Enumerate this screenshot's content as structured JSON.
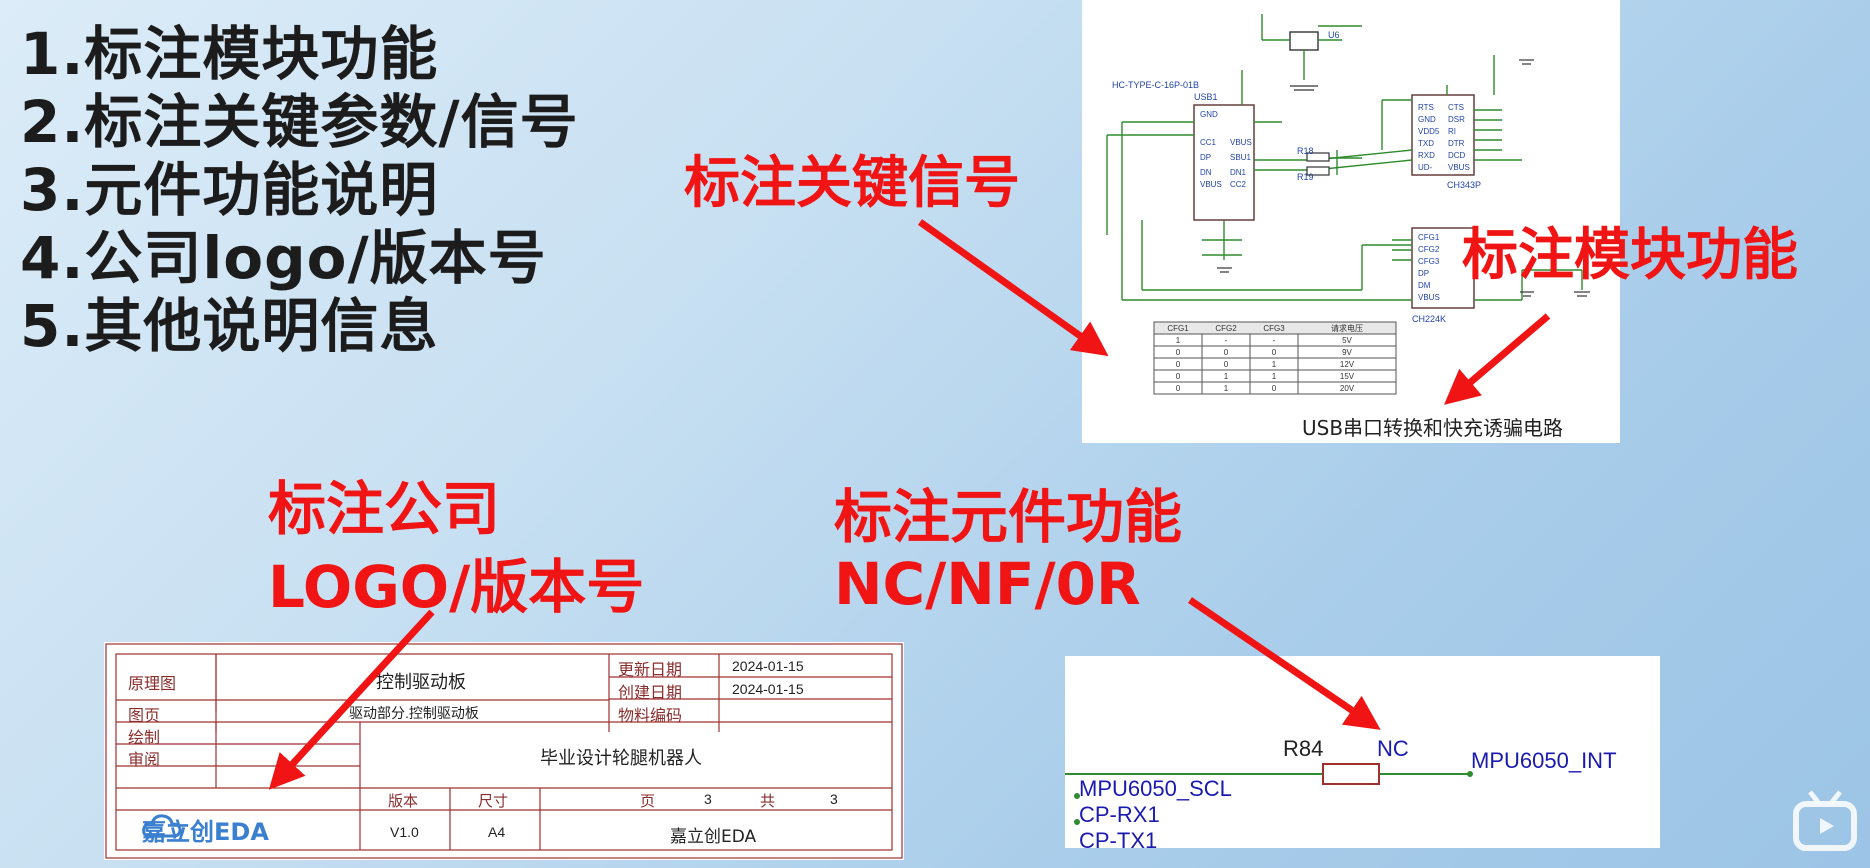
{
  "checklist": [
    {
      "label": "1.标注模块功能"
    },
    {
      "label": "2.标注关键参数/信号"
    },
    {
      "label": "3.元件功能说明"
    },
    {
      "label": "4.公司logo/版本号"
    },
    {
      "label": "5.其他说明信息"
    }
  ],
  "callouts": {
    "key_signal": "标注关键信号",
    "module_function": "标注模块功能",
    "company_line1": "标注公司",
    "company_line2": "LOGO/版本号",
    "component_line1": "标注元件功能",
    "component_line2": "NC/NF/0R"
  },
  "colors": {
    "callout": "#f01414",
    "wire": "#2e8b2e",
    "net_label": "#1a1ab0",
    "titleblock_line": "#a03030"
  },
  "schematic": {
    "caption": "USB串口转换和快充诱骗电路",
    "chips": {
      "usb": "USB1",
      "usb_part": "HC-TYPE-C-16P-01B",
      "u2": "CH343P",
      "u3": "CH224K",
      "u6": "U6"
    },
    "resistors": [
      "R18",
      "R19"
    ],
    "table": {
      "headers": [
        "CFG1",
        "CFG2",
        "CFG3",
        "请求电压"
      ],
      "rows": [
        [
          "1",
          "-",
          "-",
          "5V"
        ],
        [
          "0",
          "0",
          "0",
          "9V"
        ],
        [
          "0",
          "0",
          "1",
          "12V"
        ],
        [
          "0",
          "1",
          "1",
          "15V"
        ],
        [
          "0",
          "1",
          "0",
          "20V"
        ]
      ]
    }
  },
  "titleblock": {
    "type_label": "原理图",
    "project": "控制驱动板",
    "update_label": "更新日期",
    "update_date": "2024-01-15",
    "create_label": "创建日期",
    "create_date": "2024-01-15",
    "page_label": "图页",
    "page_value": "驱动部分.控制驱动板",
    "material_label": "物料编码",
    "draw_label": "绘制",
    "review_label": "审阅",
    "design_name": "毕业设计轮腿机器人",
    "version_label": "版本",
    "size_label": "尺寸",
    "pages_label": "页",
    "page_num": "3",
    "total_label": "共",
    "total_num": "3",
    "version": "V1.0",
    "size": "A4",
    "company": "嘉立创EDA",
    "logo_text": "嘉立创EDA",
    "logo_icon": "cloud-icon"
  },
  "netsnippet": {
    "ref": "R84",
    "nc": "NC",
    "net_right": "MPU6050_INT",
    "net_left1": "MPU6050_SCL",
    "net_left2": "CP-RX1",
    "net_left3": "CP-TX1"
  },
  "watermark_icon": "bilibili-tv-icon"
}
